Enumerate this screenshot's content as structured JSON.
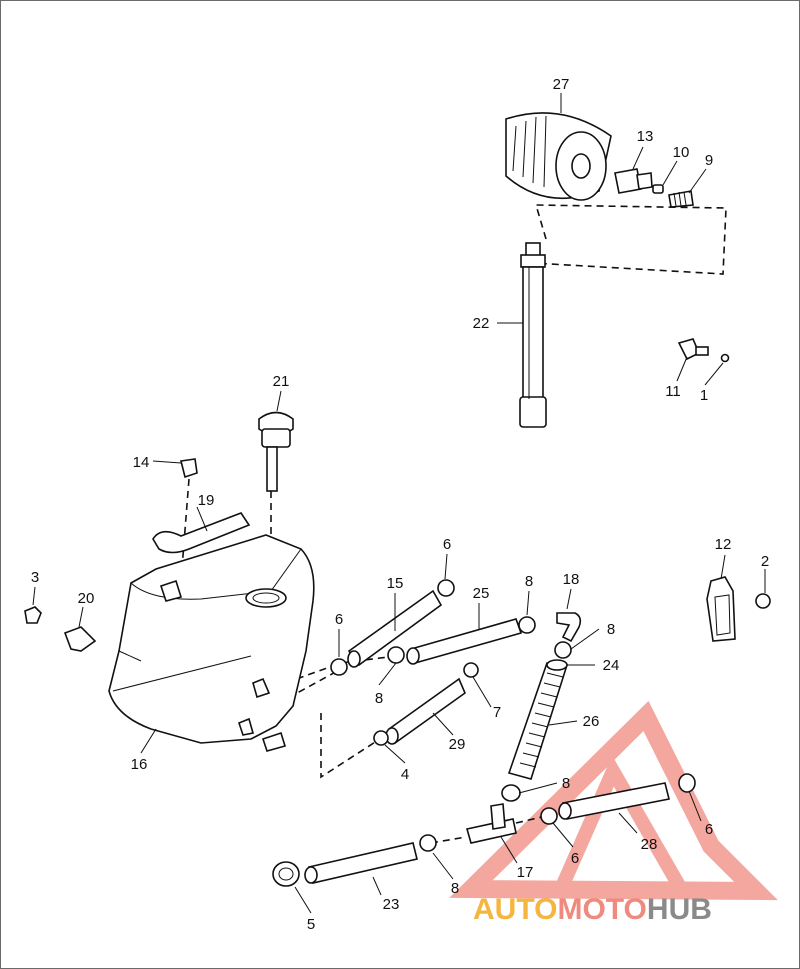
{
  "callouts": [
    "27",
    "13",
    "10",
    "9",
    "22",
    "11",
    "1",
    "21",
    "14",
    "19",
    "3",
    "20",
    "16",
    "6",
    "15",
    "8",
    "25",
    "18",
    "12",
    "2",
    "24",
    "7",
    "26",
    "29",
    "4",
    "28",
    "17",
    "23",
    "5"
  ],
  "watermark": {
    "part1": "AUTO",
    "part2": "MOTO",
    "part3": "HUB",
    "color1": "#f4b63f",
    "color2": "#f08a7e",
    "color3": "#8a8a8a",
    "logo_color": "#f08a7e"
  }
}
